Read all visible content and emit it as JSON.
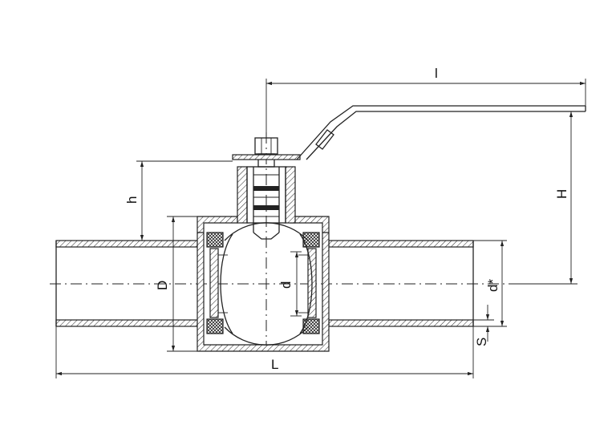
{
  "labels": {
    "handle_length": "l",
    "height_total": "H",
    "height_stem": "h",
    "bore_outer": "D",
    "bore_inner": "d",
    "pipe_diameter": "d*",
    "wall_thickness": "S",
    "overall_length": "L"
  }
}
